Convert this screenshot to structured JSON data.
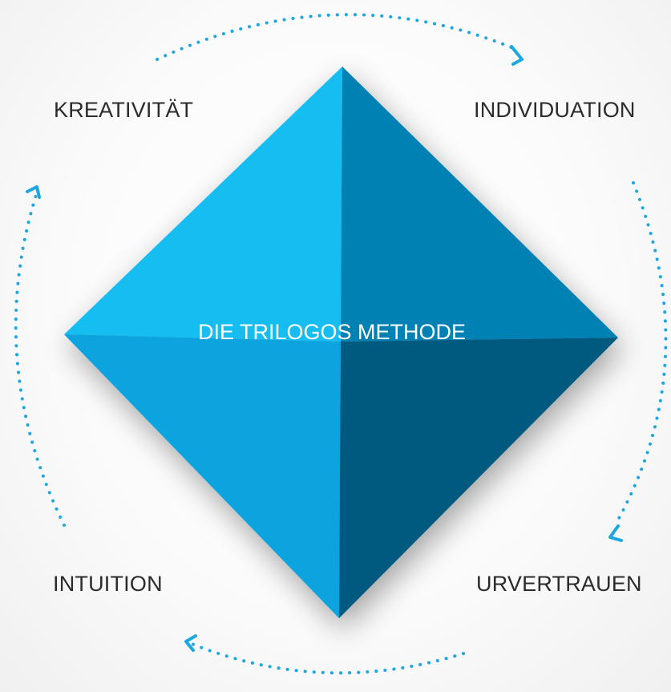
{
  "center_title": "DIE TRILOGOS METHODE",
  "labels": {
    "top_left": "KREATIVITÄT",
    "top_right": "INDIVIDUATION",
    "bottom_left": "INTUITION",
    "bottom_right": "URVERTRAUEN"
  },
  "colors": {
    "face_top_left": "#13bdf0",
    "face_top_right": "#0081b4",
    "face_bottom_left": "#07a3df",
    "face_bottom_right": "#005a80",
    "dots": "#1da7e0",
    "label_text": "#2b2b2b",
    "title_text": "#ffffff"
  },
  "decor": {
    "arrows": "dotted cycle arrows around diamond"
  }
}
